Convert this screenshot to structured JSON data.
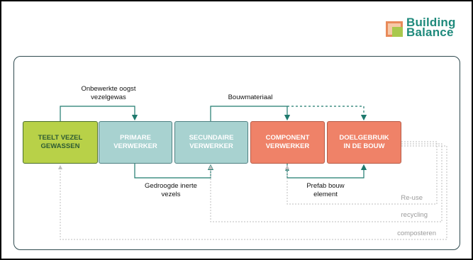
{
  "logo": {
    "line1": "Building",
    "line2": "Balance"
  },
  "boxes": [
    {
      "id": "teelt",
      "label": "TEELT VEZEL\nGEWASSEN",
      "color": "#b8d148"
    },
    {
      "id": "primaire",
      "label": "PRIMARE\nVERWERKER",
      "color": "#a8d2d0"
    },
    {
      "id": "secundaire",
      "label": "SECUNDAIRE\nVERWERKER",
      "color": "#a8d2d0"
    },
    {
      "id": "component",
      "label": "COMPONENT\nVERWERKER",
      "color": "#ef8268"
    },
    {
      "id": "doelgebruik",
      "label": "DOELGEBRUIK\nIN DE BOUW",
      "color": "#ef8268"
    }
  ],
  "labels": {
    "onbewerkt": "Onbewerkte oogst\nvezelgewas",
    "bouwmateriaal": "Bouwmateriaal",
    "gedroogd": "Gedroogde inerte\nvezels",
    "prefab": "Prefab bouw\nelement",
    "reuse": "Re-use",
    "recycling": "recycling",
    "composteren": "composteren"
  },
  "colors": {
    "connector": "#1f7a6e",
    "dashed": "#bdbdbd",
    "frame": "#000000"
  }
}
